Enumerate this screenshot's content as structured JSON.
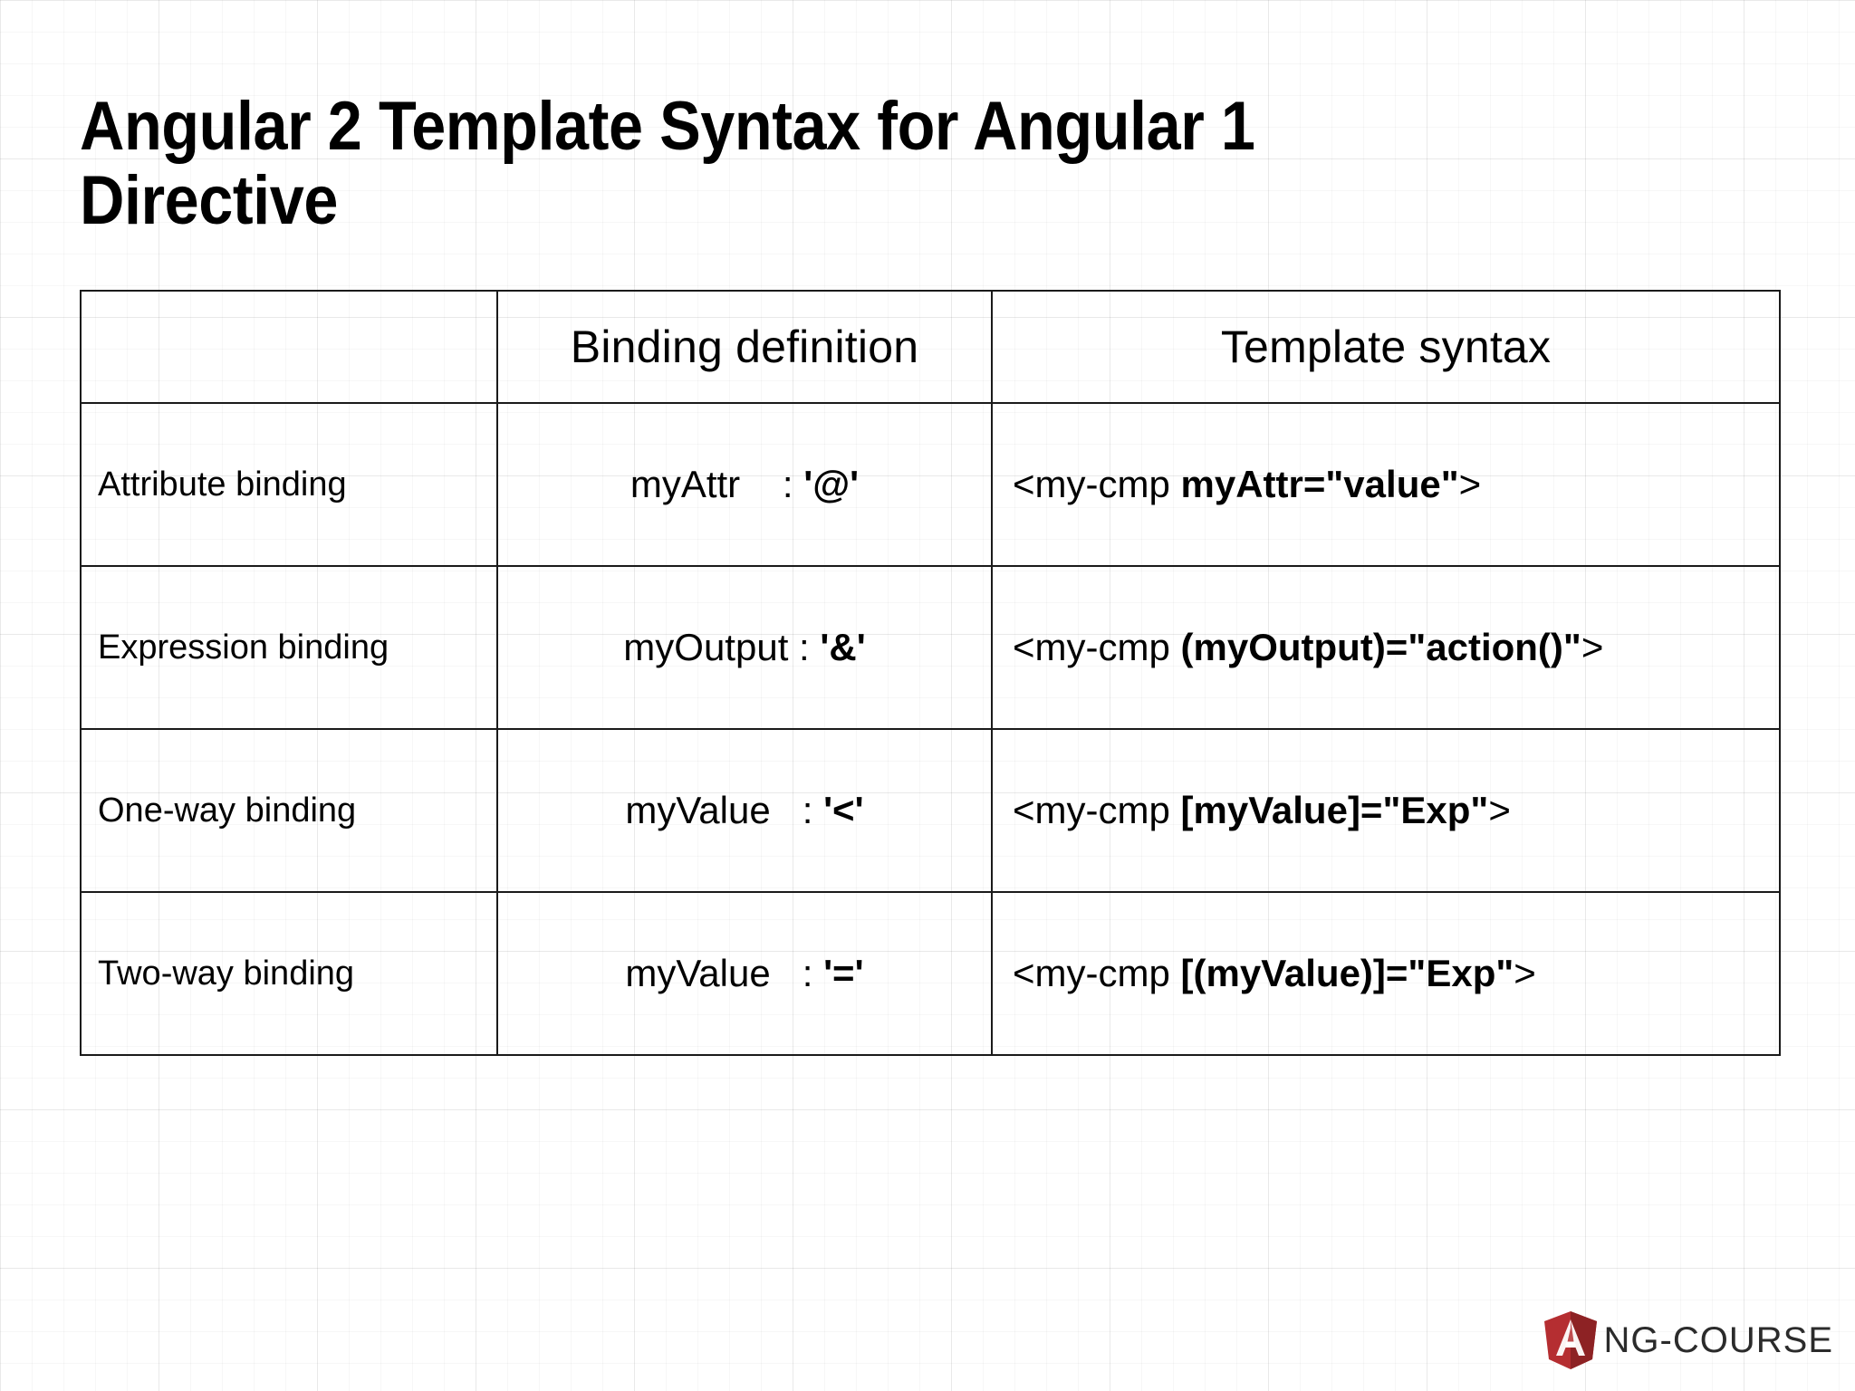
{
  "slide": {
    "title": "Angular 2 Template Syntax for Angular 1 Directive",
    "background": "graph-paper-grid",
    "accent_color": "#b52e31",
    "text_color": "#000000",
    "border_color": "#1a1a1a"
  },
  "table": {
    "headers": {
      "col1": "",
      "col2": "Binding definition",
      "col3": "Template syntax"
    },
    "rows": [
      {
        "label": "Attribute binding",
        "definition": {
          "name": "myAttr",
          "spacer": "    ",
          "colon": ": ",
          "symbol": "'@'"
        },
        "syntax": {
          "open": "<my-cmp ",
          "bold": "myAttr=\"value\"",
          "close": ">"
        }
      },
      {
        "label": "Expression binding",
        "definition": {
          "name": "myOutput",
          "spacer": " ",
          "colon": ": ",
          "symbol": "'&'"
        },
        "syntax": {
          "open": "<my-cmp ",
          "bold": "(myOutput)=\"action()\"",
          "close": ">"
        }
      },
      {
        "label": "One-way binding",
        "definition": {
          "name": "myValue",
          "spacer": "   ",
          "colon": ": ",
          "symbol": "'<'"
        },
        "syntax": {
          "open": "<my-cmp ",
          "bold": "[myValue]=\"Exp\"",
          "close": ">"
        }
      },
      {
        "label": "Two-way binding",
        "definition": {
          "name": "myValue",
          "spacer": "   ",
          "colon": ": ",
          "symbol": "'='"
        },
        "syntax": {
          "open": "<my-cmp ",
          "bold": "[(myValue)]=\"Exp\"",
          "close": ">"
        }
      }
    ]
  },
  "logo": {
    "shield_letter": "A",
    "brand_text": "NG-COURSE",
    "shield_color": "#b52e31",
    "shield_dark": "#8d2224"
  }
}
